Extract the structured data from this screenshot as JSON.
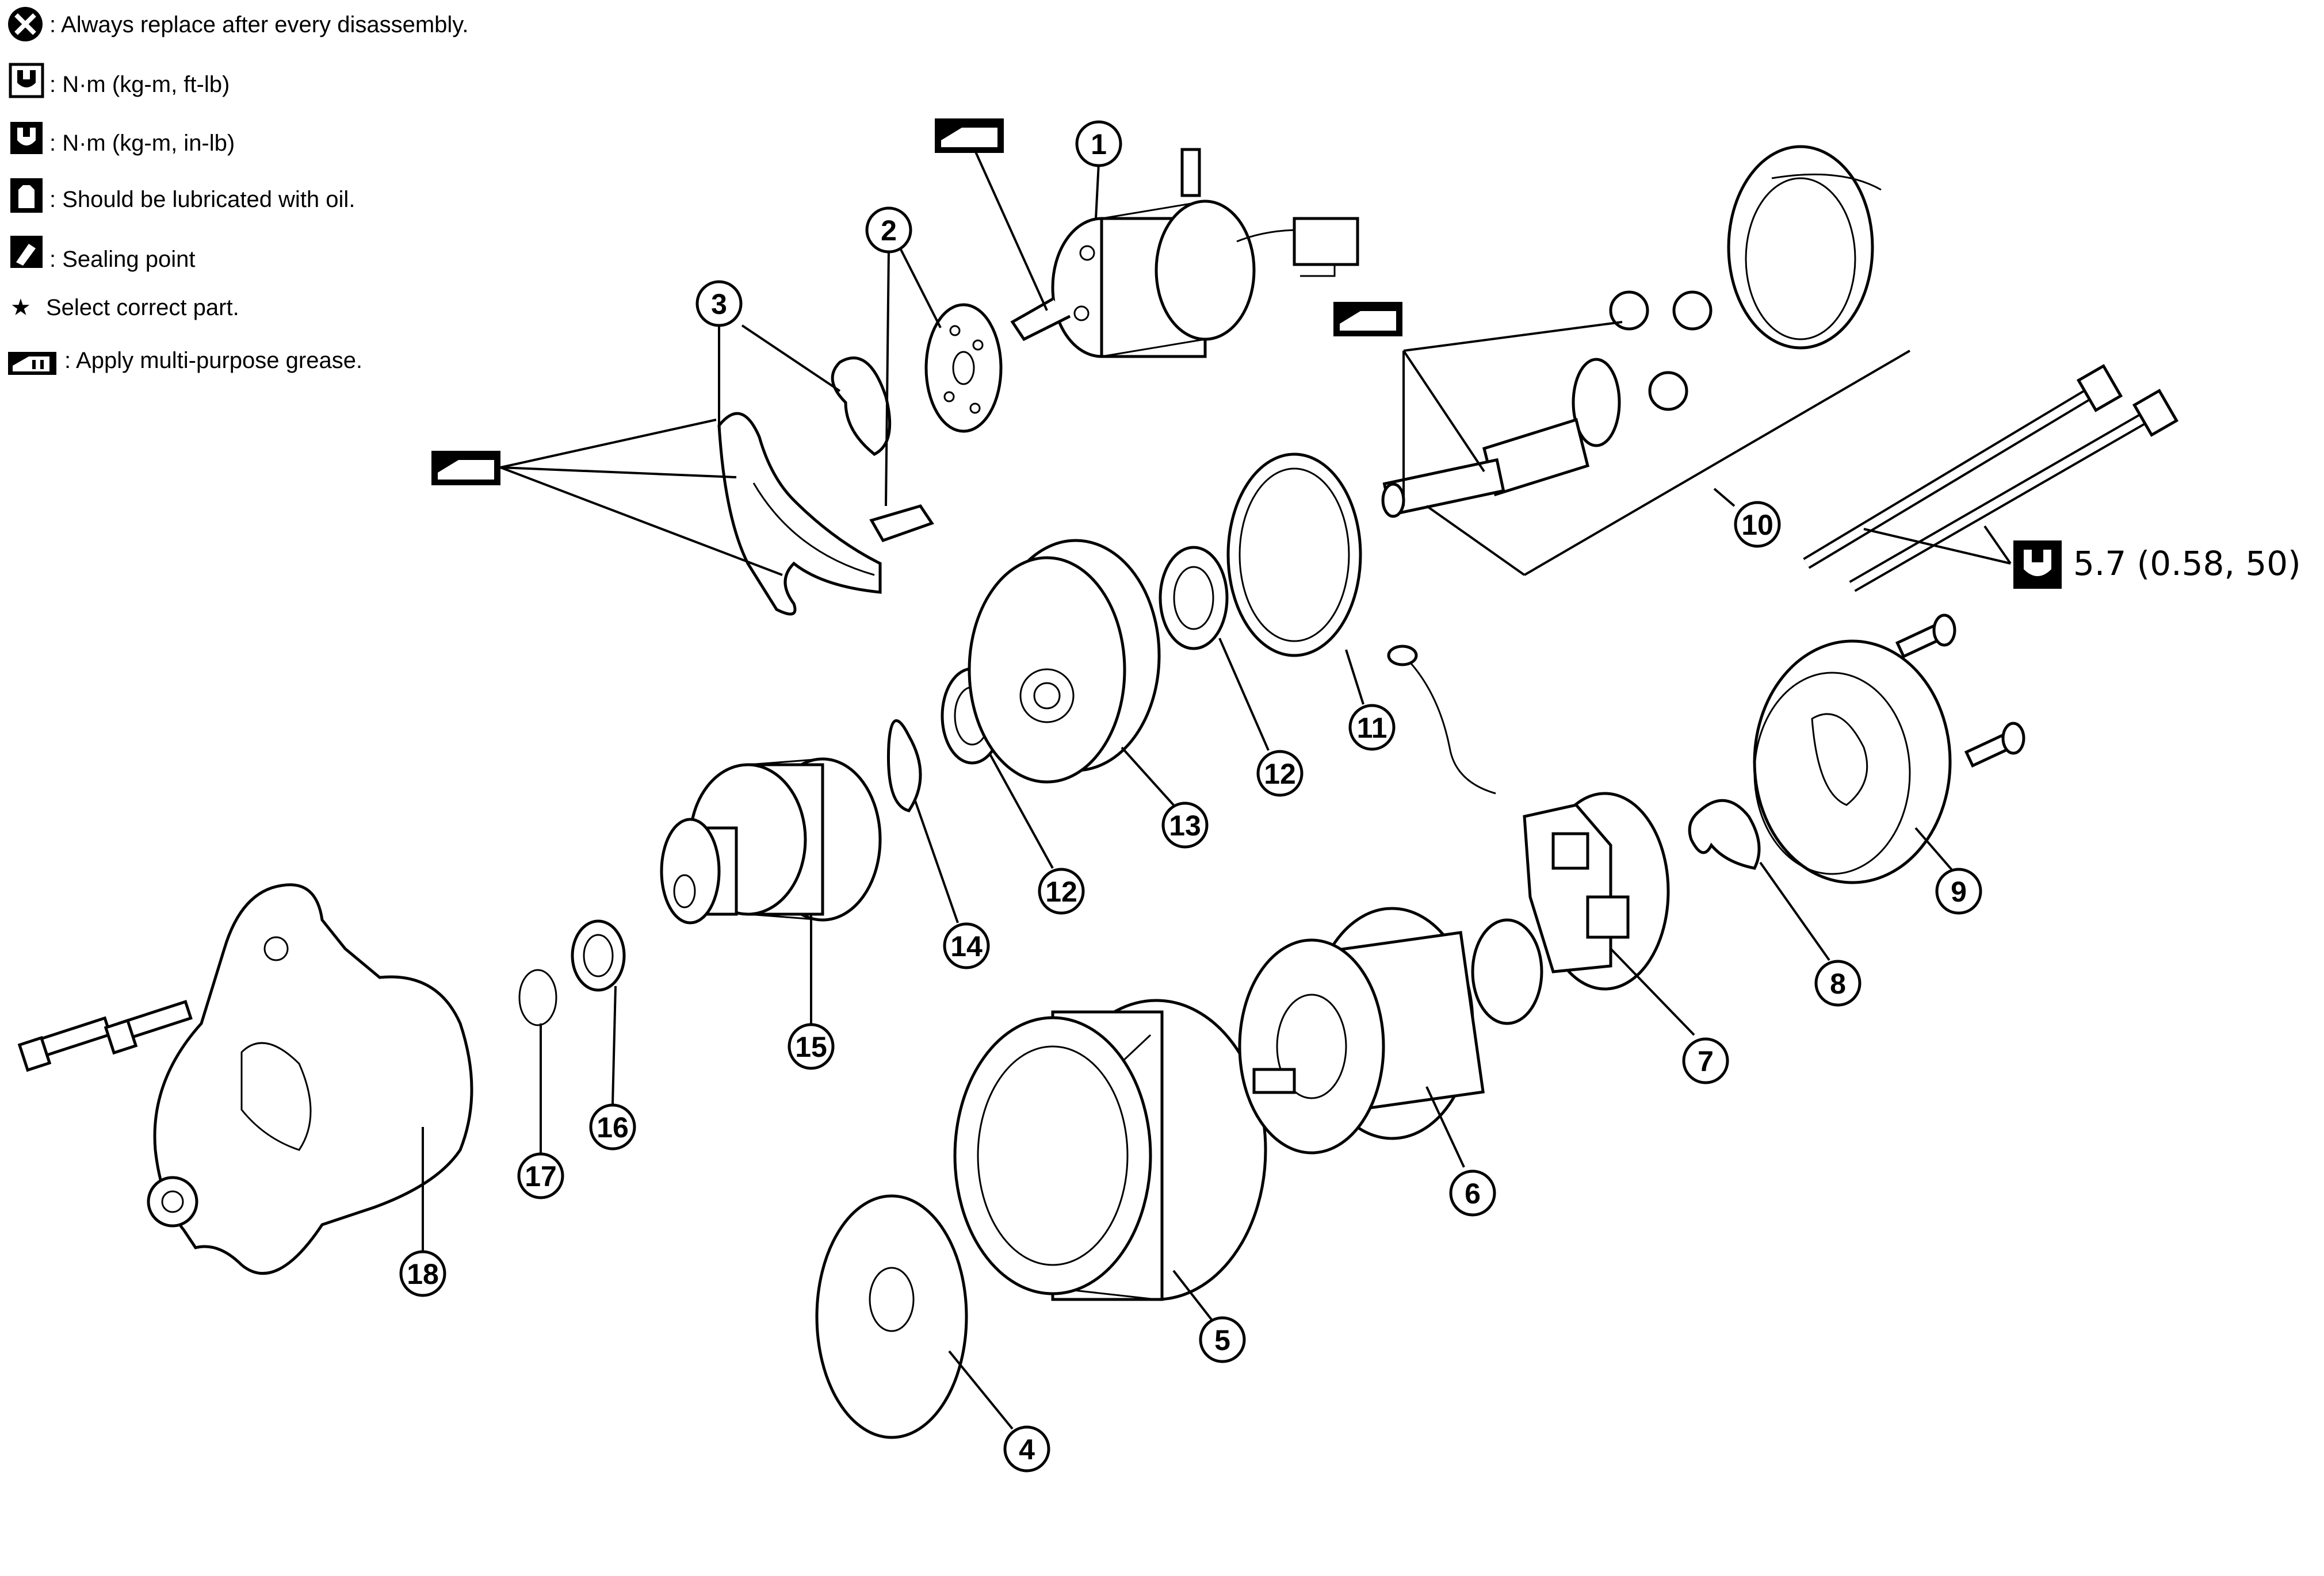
{
  "legend": {
    "replace": ": Always replace after every disassembly.",
    "torque_ftlb": ": N·m (kg-m, ft-lb)",
    "torque_inlb": ": N·m (kg-m, in-lb)",
    "lubricate": ": Should be lubricated with oil.",
    "sealing": ": Sealing point",
    "select_part": "Select correct part.",
    "grease": ": Apply multi-purpose grease."
  },
  "callouts": [
    "1",
    "2",
    "3",
    "4",
    "5",
    "6",
    "7",
    "8",
    "9",
    "10",
    "11",
    "12",
    "12",
    "13",
    "14",
    "15",
    "16",
    "17",
    "18"
  ],
  "torque_spec": "5.7 (0.58, 50)",
  "icons": {
    "replace": "circle-x-icon",
    "torque": "wrench-icon",
    "oil": "oil-can-icon",
    "sealing": "sealant-icon",
    "star": "star-icon",
    "grease": "grease-gun-icon"
  }
}
